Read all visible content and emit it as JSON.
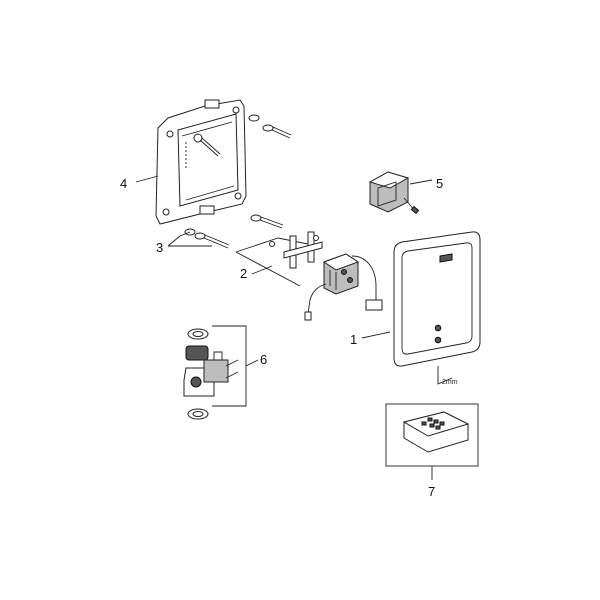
{
  "callouts": {
    "c1": "1",
    "c2": "2",
    "c3": "3",
    "c4": "4",
    "c5": "5",
    "c6": "6",
    "c7": "7"
  },
  "annotations": {
    "cable_size": "2mm"
  }
}
